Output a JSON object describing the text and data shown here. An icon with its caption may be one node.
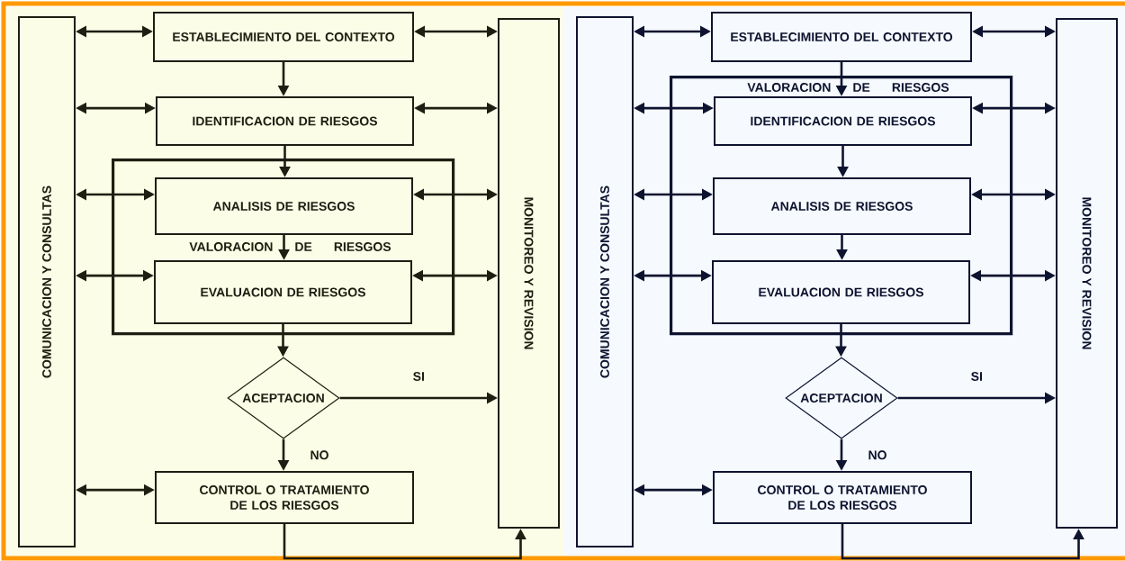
{
  "diagram": {
    "nodes": [
      {
        "text": [
          "COMUNICACION Y CONSULTAS"
        ]
      },
      {
        "text": [
          "ESTABLECIMIENTO DEL CONTEXTO"
        ]
      },
      {
        "text": [
          "MONITOREO Y REVISION"
        ]
      },
      {
        "text": [
          "IDENTIFICACION DE RIESGOS"
        ]
      },
      {
        "text": [
          "VALORACION DE RIESGOS"
        ]
      },
      {
        "text": [
          "ANALISIS DE RIESGOS"
        ],
        "in": 4
      },
      {
        "text": [
          "EVALUACION DE RIESGOS"
        ],
        "in": 4
      },
      {
        "text": [
          "ACEPTACION"
        ]
      },
      {
        "text": [
          "CONTROL O TRATAMIENTO DE LOS RIESGOS"
        ]
      },
      {
        "text": [
          "COMUNICACION Y CONSULTAS"
        ]
      },
      {
        "text": [
          "ESTABLECIMIENTO DEL CONTEXTO"
        ]
      },
      {
        "text": [
          "MONITOREO Y REVISION"
        ]
      },
      {
        "text": [
          "VALORACION DE RIESGOS"
        ]
      },
      {
        "text": [
          "IDENTIFICACION DE RIESGOS"
        ],
        "in": 12
      },
      {
        "text": [
          "ANALISIS DE RIESGOS"
        ],
        "in": 12
      },
      {
        "text": [
          "EVALUACION DE RIESGOS"
        ],
        "in": 12
      },
      {
        "text": [
          "ACEPTACION"
        ]
      },
      {
        "text": [
          "CONTROL O TRATAMIENTO DE LOS RIESGOS"
        ]
      }
    ],
    "edges": [
      {
        "from": 1,
        "to": 0,
        "arrow": "both"
      },
      {
        "from": 1,
        "to": 2,
        "arrow": "both"
      },
      {
        "from": 1,
        "to": 3,
        "arrow": "to"
      },
      {
        "from": 3,
        "to": 0,
        "arrow": "both"
      },
      {
        "from": 3,
        "to": 2,
        "arrow": "both"
      },
      {
        "from": 3,
        "to": 5,
        "arrow": "to"
      },
      {
        "from": 5,
        "to": 0,
        "arrow": "both"
      },
      {
        "from": 5,
        "to": 2,
        "arrow": "both"
      },
      {
        "from": 5,
        "to": 6,
        "arrow": "to"
      },
      {
        "from": 6,
        "to": 0,
        "arrow": "both"
      },
      {
        "from": 6,
        "to": 2,
        "arrow": "both"
      },
      {
        "from": 6,
        "to": 7,
        "arrow": "to"
      },
      {
        "from": 7,
        "to": 2,
        "arrow": "to",
        "label": "SI"
      },
      {
        "from": 7,
        "to": 8,
        "arrow": "to",
        "label": "NO"
      },
      {
        "from": 8,
        "to": 0,
        "arrow": "both"
      },
      {
        "from": 8,
        "to": 2,
        "arrow": "to"
      },
      {
        "from": 10,
        "to": 9,
        "arrow": "both"
      },
      {
        "from": 10,
        "to": 11,
        "arrow": "both"
      },
      {
        "from": 10,
        "to": 13,
        "arrow": "to"
      },
      {
        "from": 13,
        "to": 9,
        "arrow": "both"
      },
      {
        "from": 13,
        "to": 11,
        "arrow": "both"
      },
      {
        "from": 13,
        "to": 14,
        "arrow": "to"
      },
      {
        "from": 14,
        "to": 9,
        "arrow": "both"
      },
      {
        "from": 14,
        "to": 11,
        "arrow": "both"
      },
      {
        "from": 14,
        "to": 15,
        "arrow": "to"
      },
      {
        "from": 15,
        "to": 9,
        "arrow": "both"
      },
      {
        "from": 15,
        "to": 11,
        "arrow": "both"
      },
      {
        "from": 15,
        "to": 16,
        "arrow": "to"
      },
      {
        "from": 16,
        "to": 11,
        "arrow": "to",
        "label": "SI"
      },
      {
        "from": 16,
        "to": 17,
        "arrow": "to",
        "label": "NO"
      },
      {
        "from": 17,
        "to": 9,
        "arrow": "both"
      },
      {
        "from": 17,
        "to": 11,
        "arrow": "to"
      }
    ]
  }
}
